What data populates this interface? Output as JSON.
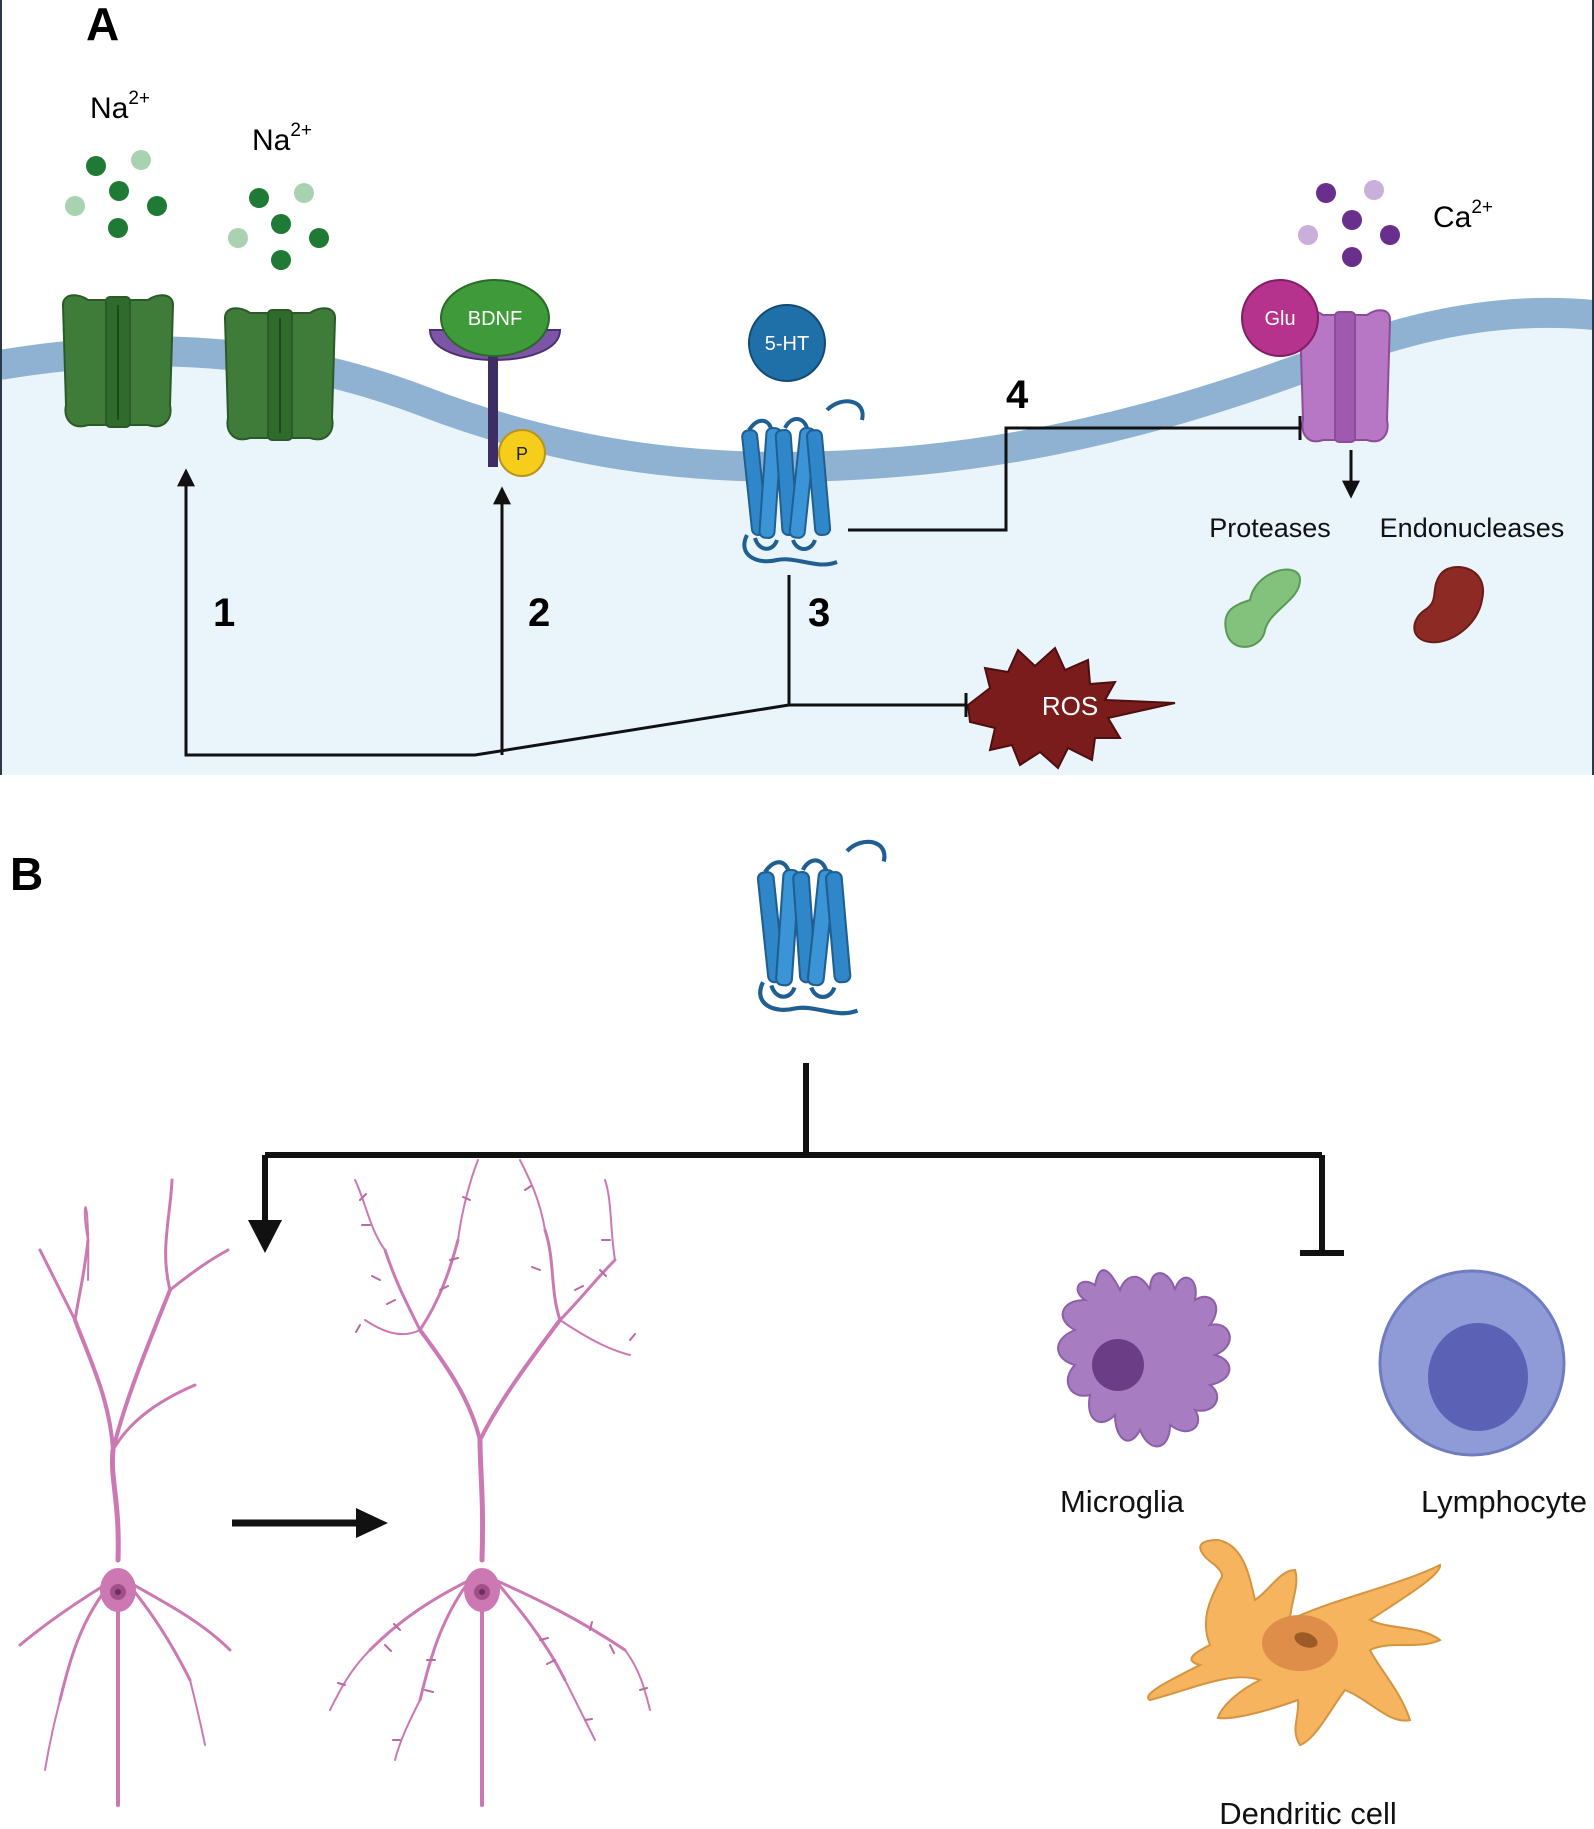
{
  "panel_a": {
    "label": "A",
    "ions": {
      "sodium_base": "Na",
      "sodium_sup": "2+",
      "calcium_base": "Ca",
      "calcium_sup": "2+"
    },
    "molecules": {
      "bdnf": "BDNF",
      "phosphate": "P",
      "serotonin": "5-HT",
      "glutamate": "Glu",
      "ros": "ROS"
    },
    "steps": [
      "1",
      "2",
      "3",
      "4"
    ],
    "enzymes": {
      "proteases": "Proteases",
      "endonucleases": "Endonucleases"
    },
    "colors": {
      "extracellular": "#ffffff",
      "cytoplasm": "#eaf4fb",
      "membrane": "#8fb2d3",
      "sodium_channel": "#3f7c3a",
      "bdnf": "#3f9a3a",
      "trk_receptor": "#7d55a6",
      "phosphate": "#f5cd1a",
      "serotonin_receptor": "#2f86c8",
      "glutamate_receptor": "#b877c4",
      "glutamate": "#b5328d",
      "ros": "#7a1c1c",
      "protease": "#83c27c",
      "endonuclease": "#8e2a24"
    }
  },
  "panel_b": {
    "label": "B",
    "cells": {
      "microglia": "Microglia",
      "lymphocyte": "Lymphocyte",
      "dendritic": "Dendritic cell"
    },
    "colors": {
      "neuron": "#cc79b3",
      "microglia": "#a77cc1",
      "lymphocyte": "#8f9bd7",
      "dendritic": "#f6b45f",
      "receptor": "#2f86c8"
    }
  }
}
